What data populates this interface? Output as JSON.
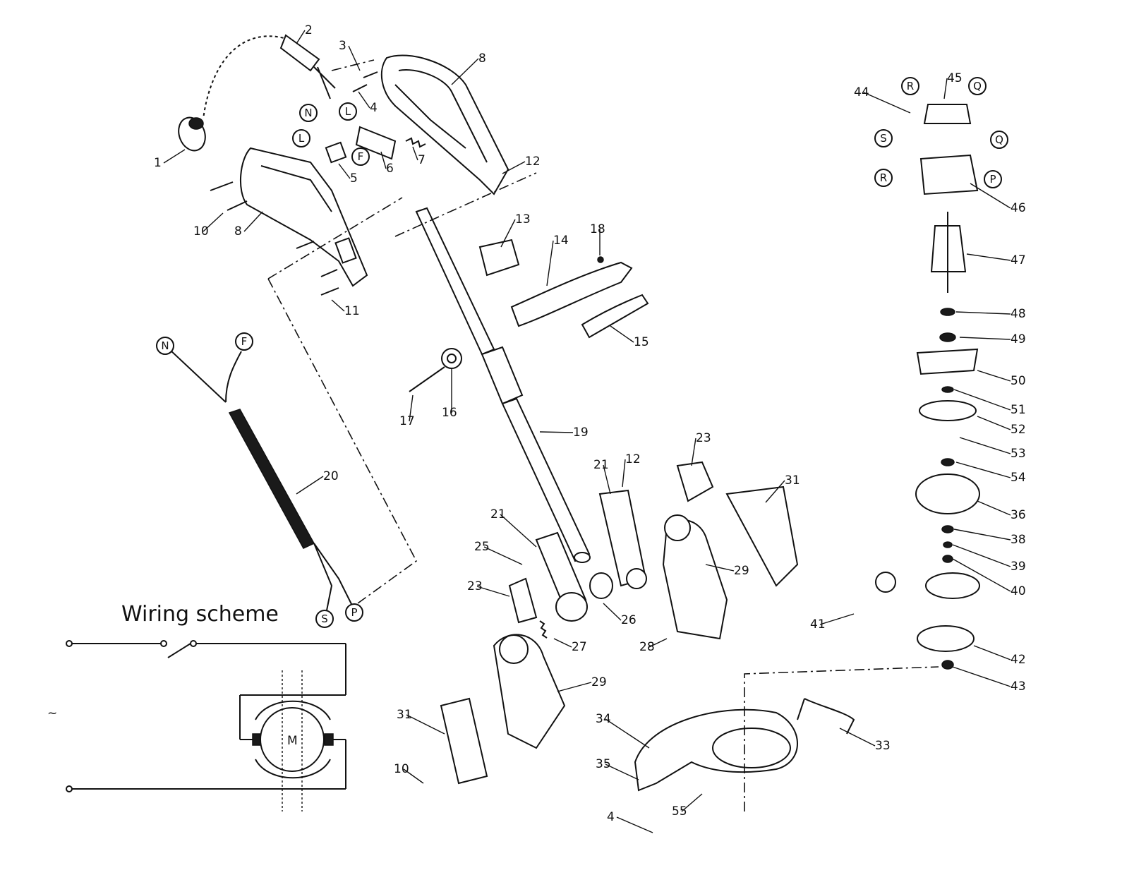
{
  "title": "Wiring scheme",
  "motor_label": "M",
  "ac_symbol": "~",
  "part_labels": [
    "1",
    "2",
    "3",
    "4",
    "5",
    "6",
    "7",
    "8",
    "8",
    "10",
    "11",
    "12",
    "13",
    "14",
    "15",
    "16",
    "17",
    "18",
    "19",
    "20",
    "21",
    "12",
    "21",
    "23",
    "23",
    "25",
    "26",
    "27",
    "28",
    "29",
    "29",
    "31",
    "31",
    "10",
    "33",
    "34",
    "35",
    "4",
    "55",
    "36",
    "38",
    "39",
    "40",
    "41",
    "42",
    "43",
    "44",
    "45",
    "46",
    "47",
    "48",
    "49",
    "50",
    "51",
    "52",
    "53",
    "54"
  ],
  "connector_labels": [
    "N",
    "L",
    "L",
    "F",
    "N",
    "F",
    "S",
    "P",
    "R",
    "Q",
    "S",
    "Q",
    "R",
    "P"
  ]
}
